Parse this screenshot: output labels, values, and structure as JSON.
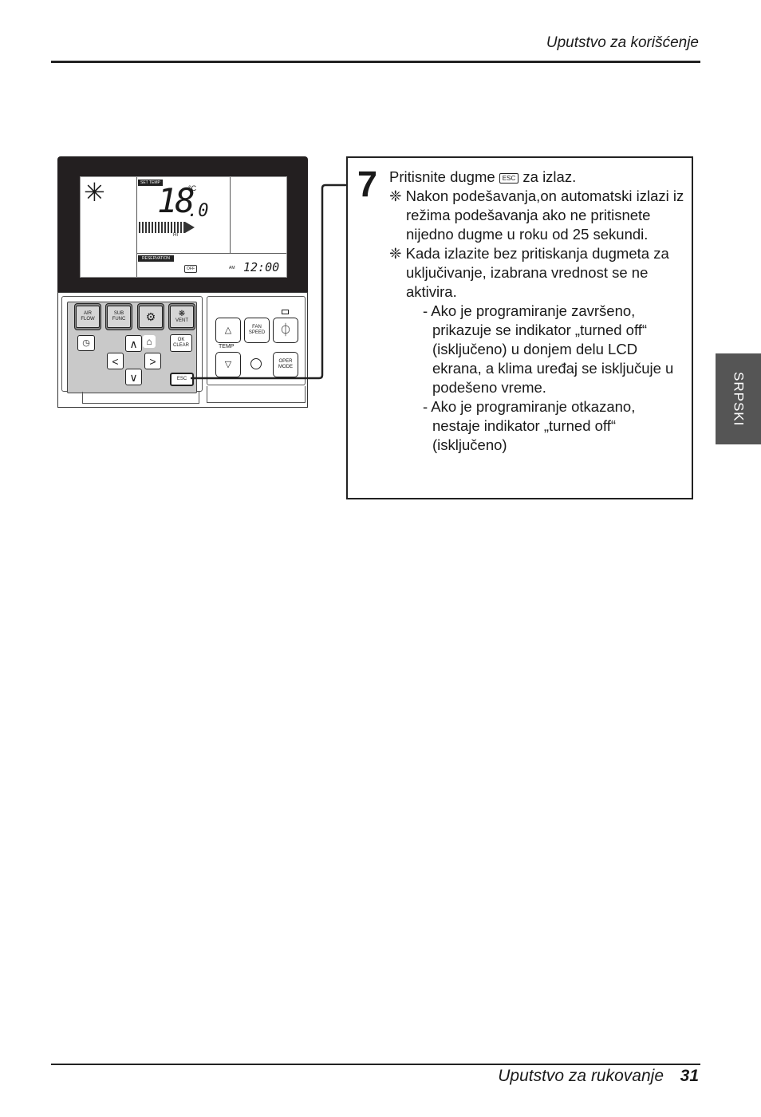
{
  "header": {
    "title": "Uputstvo za korišćenje"
  },
  "side_tab": {
    "label": "SRPSKI"
  },
  "footer": {
    "title": "Uputstvo za rukovanje",
    "page": "31"
  },
  "remote": {
    "lcd": {
      "set_temp_label": "SET TEMP",
      "temperature": "18",
      "decimal": ".0",
      "unit": "°C",
      "fan_level": "HI",
      "reservation_label": "RESERVATION",
      "off_label": "OFF",
      "am_label": "AM",
      "clock": "12:00"
    },
    "buttons": {
      "air_flow_1": "AIR",
      "air_flow_2": "FLOW",
      "sub_func_1": "SUB",
      "sub_func_2": "FUNC",
      "vent": "VENT",
      "ok_1": "OK",
      "ok_2": "CLEAR",
      "esc": "ESC",
      "fan_speed_1": "FAN",
      "fan_speed_2": "SPEED",
      "temp": "TEMP",
      "oper_mode_1": "OPER",
      "oper_mode_2": "MODE"
    }
  },
  "step": {
    "number": "7",
    "intro_pre": "Pritisnite dugme",
    "esc_icon": "ESC",
    "intro_post": "za izlaz.",
    "lines": [
      "❈ Nakon podešavanja,on automatski izlazi iz režima podešavanja ako ne pritisnete nijedno dugme u roku od 25 sekundi.",
      "❈ Kada izlazite bez pritiskanja dugmeta za uključivanje, izabrana vrednost se ne aktivira."
    ],
    "sub_lines": [
      "- Ako je programiranje završeno, prikazuje se indikator „turned off“ (isključeno) u donjem delu LCD ekrana, a klima uređaj se isključuje u podešeno vreme.",
      "- Ako je programiranje otkazano, nestaje indikator „turned off“ (isključeno)"
    ]
  }
}
